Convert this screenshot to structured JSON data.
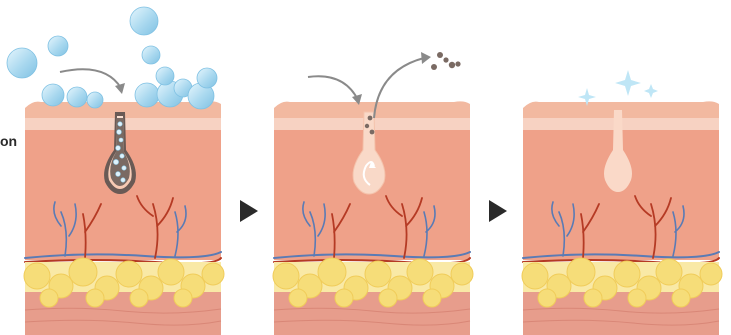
{
  "figure": {
    "edge_text": "on",
    "panels": [
      {
        "id": "panel-1",
        "stage": "bubbles-entering-pore"
      },
      {
        "id": "panel-2",
        "stage": "impurities-removed"
      },
      {
        "id": "panel-3",
        "stage": "clean-pore"
      }
    ],
    "arrows": [
      "next-arrow",
      "next-arrow"
    ],
    "colors": {
      "skin_top": "#f2b9a0",
      "skin_band": "#f7d2c2",
      "dermis": "#efa189",
      "fat": "#f6dd79",
      "muscle": "#e79d8c",
      "bubble": "#a9d8ef",
      "vein_blue": "#5a7bb5",
      "vessel_red": "#b53a24",
      "dirt": "#7a6a63",
      "sparkle": "#bfe6f6"
    }
  }
}
